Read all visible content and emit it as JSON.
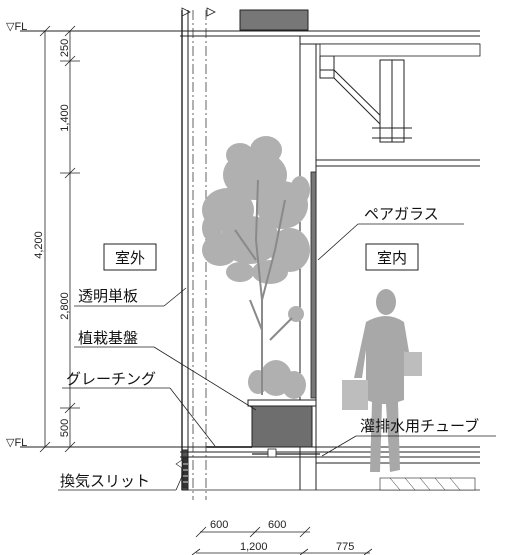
{
  "levels": {
    "fl_top": "▽FL",
    "fl_bottom": "▽FL"
  },
  "vertical_dims": {
    "total": "4,200",
    "d1": "250",
    "d2": "1,400",
    "d3": "2,800",
    "d4": "500"
  },
  "horizontal_dims": {
    "h1": "600",
    "h2": "600",
    "h3": "1,200",
    "h4": "775"
  },
  "rooms": {
    "outside": "室外",
    "inside": "室内"
  },
  "labels": {
    "pair_glass": "ペアガラス",
    "clear_single_pane": "透明単板",
    "planting_base": "植栽基盤",
    "grating": "グレーチング",
    "irrigation_tube": "灌排水用チューブ",
    "vent_slit": "換気スリット"
  },
  "colors": {
    "line": "#222222",
    "figure": "#a8a8a8",
    "planter": "#6e6e6e"
  }
}
